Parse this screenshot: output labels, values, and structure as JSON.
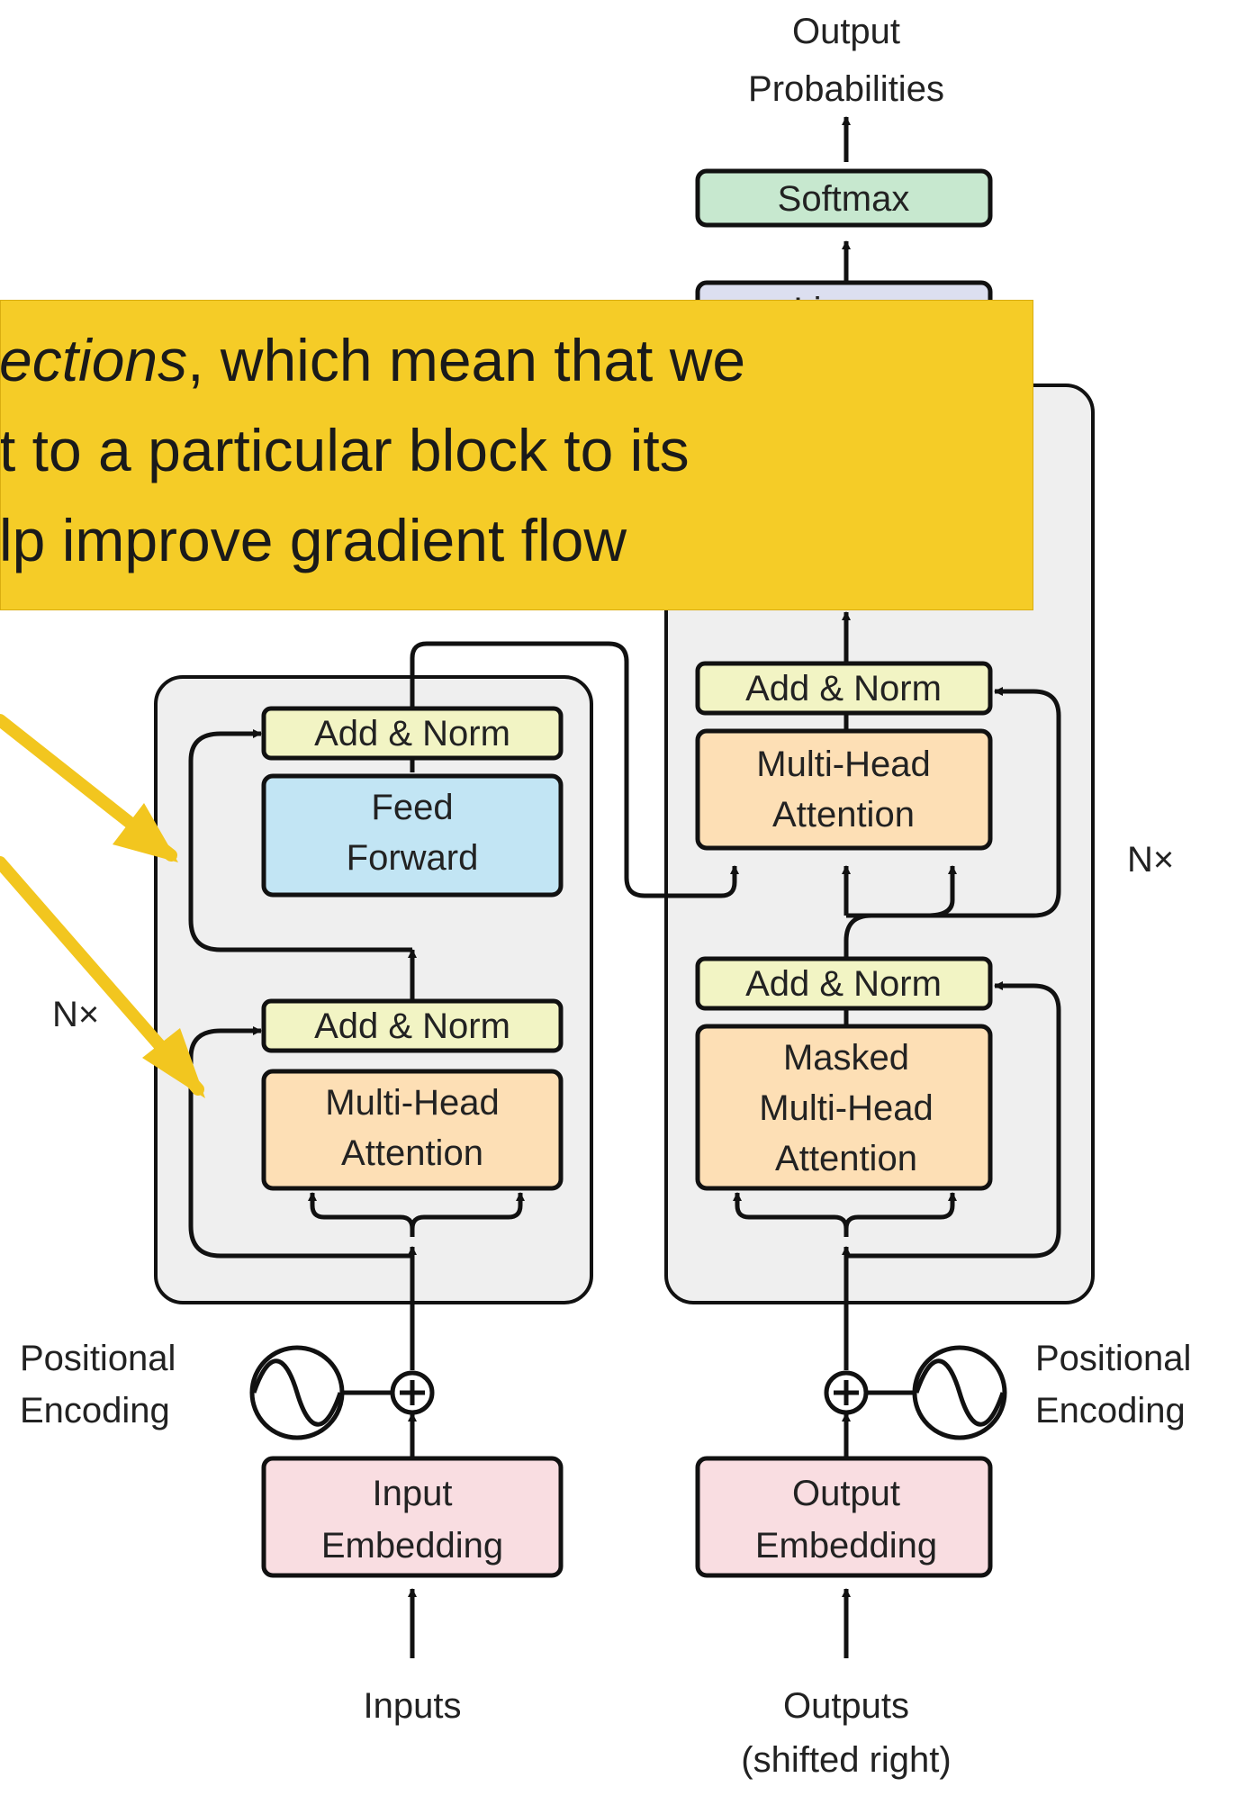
{
  "diagram": {
    "output_label": [
      "Output",
      "Probabilities"
    ],
    "softmax": "Softmax",
    "linear": "Linear",
    "decoder": {
      "add_norm": "Add & Norm",
      "multi_head_attention": [
        "Multi-Head",
        "Attention"
      ],
      "masked_attention": [
        "Masked",
        "Multi-Head",
        "Attention"
      ],
      "repeat": "N×"
    },
    "encoder": {
      "add_norm": "Add & Norm",
      "feed_forward": [
        "Feed",
        "Forward"
      ],
      "multi_head_attention": [
        "Multi-Head",
        "Attention"
      ],
      "repeat": "N×"
    },
    "positional_encoding": [
      "Positional",
      "Encoding"
    ],
    "input_embedding": [
      "Input",
      "Embedding"
    ],
    "output_embedding": [
      "Output",
      "Embedding"
    ],
    "inputs": "Inputs",
    "outputs": [
      "Outputs",
      "(shifted right)"
    ]
  },
  "callout": {
    "line1_italic": "ections",
    "line1_rest": ", which mean that we",
    "line2": "t to a particular block to its",
    "line3": "lp improve gradient flow"
  },
  "colors": {
    "callout": "#f5cc27",
    "arrow": "#f2c61f",
    "add_norm": "#f2f4c4",
    "attention": "#fddfb5",
    "feed_forward": "#c2e5f4",
    "embedding": "#f9dde1",
    "softmax": "#c7e8cf",
    "linear": "#dcdff0",
    "block_bg": "#efefef"
  }
}
